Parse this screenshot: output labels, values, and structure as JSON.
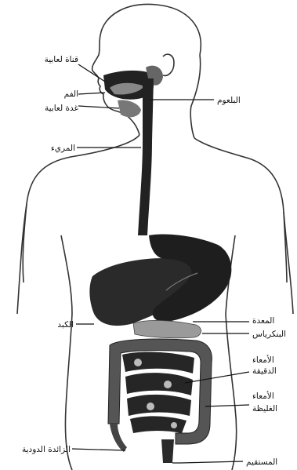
{
  "labels": {
    "salivary_duct": "قناة لعابية",
    "mouth": "الفم",
    "salivary_gland": "غدة لعابية",
    "esophagus": "المريء",
    "pharynx": "البلعوم",
    "liver": "الكبد",
    "stomach": "المعدة",
    "pancreas": "البنكرياس",
    "small_intestine_1": "الأمعاء",
    "small_intestine_2": "الدقيقة",
    "large_intestine_1": "الأمعاء",
    "large_intestine_2": "الغليظة",
    "appendix": "الزائدة الدودية",
    "rectum": "المستقيم"
  }
}
